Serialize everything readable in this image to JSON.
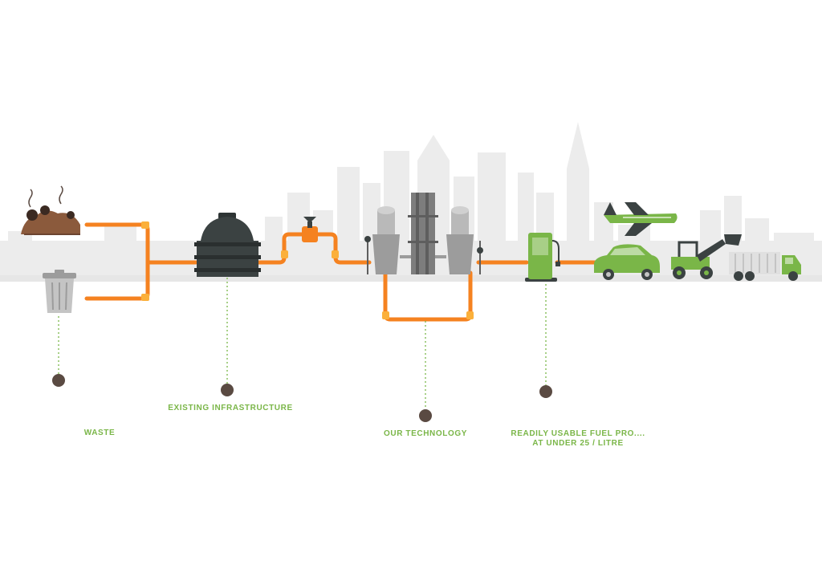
{
  "stages": [
    {
      "id": "waste",
      "label": "WASTE"
    },
    {
      "id": "infrastructure",
      "label": "EXISTING INFRASTRUCTURE"
    },
    {
      "id": "technology",
      "label": "OUR TECHNOLOGY"
    },
    {
      "id": "fuel",
      "label_line1": "READILY USABLE FUEL PRO....",
      "label_line2": "AT UNDER 25 / LITRE"
    }
  ],
  "icons": [
    "garbage-pile-icon",
    "trash-can-icon",
    "storage-tank-icon",
    "valve-icon",
    "refinery-icon",
    "fuel-pump-icon",
    "airplane-icon",
    "car-icon",
    "loader-icon",
    "truck-icon"
  ],
  "colors": {
    "pipe": "#f58220",
    "pipe_joint": "#fbb03b",
    "accent_green": "#7ab648",
    "marker": "#5a4a42",
    "skyline": "#e8e8e8",
    "ground": "#eaeaea",
    "tank": "#3b4242"
  }
}
